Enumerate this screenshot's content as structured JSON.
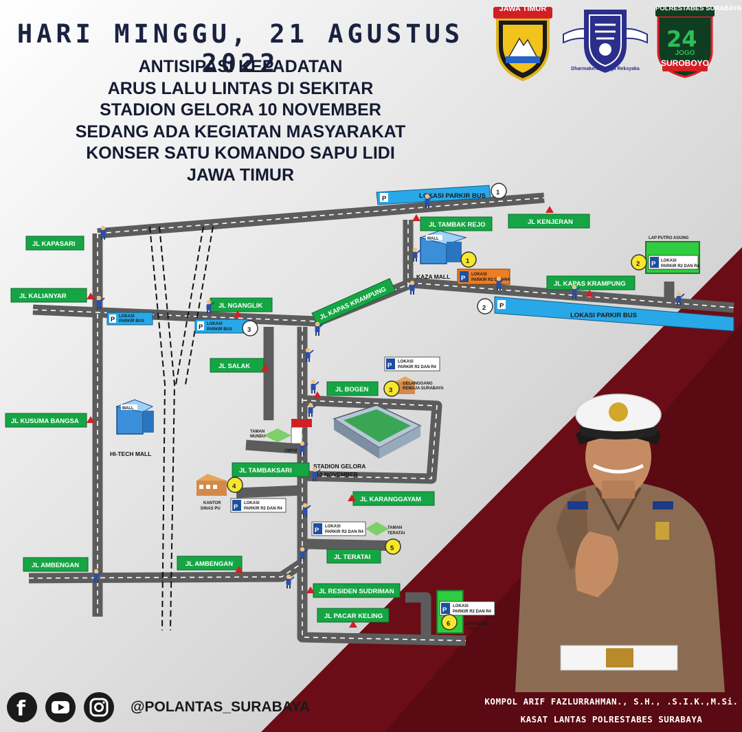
{
  "header": {
    "date": "HARI MINGGU, 21 AGUSTUS 2022",
    "lines": [
      "ANTISIPASI KEPADATAN",
      "ARUS LALU LINTAS DI SEKITAR",
      "STADION GELORA 10 NOVEMBER",
      "SEDANG ADA KEGIATAN  MASYARAKAT",
      "KONSER SATU KOMANDO SAPU LIDI",
      "JAWA TIMUR"
    ]
  },
  "logos": {
    "jawa_timur": "JAWA TIMUR",
    "lantas_motto": "Dharmakerta Marga Reksyaka",
    "polrestabes_top": "POLRESTABES SURABAYA",
    "polrestabes_mid": "JOGO",
    "polrestabes_bottom": "SUROBOYO"
  },
  "streets": {
    "kapasari": "JL KAPASARI",
    "kalianyar": "JL KALIANYAR",
    "kusuma_bangsa": "JL KUSUMA BANGSA",
    "ambengan_west": "JL AMBENGAN",
    "ambengan_east": "JL AMBENGAN",
    "ngaglik": "JL NGANGLIK",
    "salak": "JL SALAK",
    "bogen": "JL BOGEN",
    "tambaksari": "JL TAMBAKSARI",
    "karanggayam": "JL KARANGGAYAM",
    "teratai": "JL TERATAI",
    "residen": "JL RESIDEN SUDRIMAN",
    "pacar_keling": "JL PACAR KELING",
    "tambak_rejo": "JL TAMBAK REJO",
    "kenjeran": "JL KENJERAN",
    "kapas_krampung_diag": "JL KAPAS KRAMPUNG",
    "kapas_krampung_east": "JL KAPAS KRAMPUNG"
  },
  "bus_parking": {
    "top": "LOKASI PARKIR BUS",
    "east": "LOKASI PARKIR BUS",
    "west_a": "LOKASI",
    "west_b": "PARKIR BUS",
    "mid_a": "LOKASI",
    "mid_b": "PARKIR BUS"
  },
  "parking_markers": [
    "1",
    "2",
    "3",
    "1",
    "2",
    "3",
    "4",
    "5",
    "6"
  ],
  "parking_signs": {
    "p": "P",
    "line1": "LOKASI",
    "line2": "PARKIR R2 DAN R4"
  },
  "places": {
    "mall_sign": "MALL",
    "kaza_mall": "KAZA MALL",
    "hitech_mall": "HI-TECH MALL",
    "lap_putro_agung": "LAP PUTRO AGUNG",
    "gelanggang_1": "GELANGGANG",
    "gelanggang_2": "REMAJA SURABAYA",
    "taman_mundu_1": "TAMAN",
    "taman_mundu_2": "MUNDU",
    "umkm": "UMKM",
    "stadion_1": "STADION GELORA",
    "stadion_2": "10 NOVEMBER",
    "kantor_1": "KANTOR",
    "kantor_2": "DINAS PU",
    "taman_teratai_1": "TAMAN",
    "taman_teratai_2": "TERATAI",
    "lapangan_1": "LAPANGAN",
    "lapangan_2": "PIKA"
  },
  "officer": {
    "name": "KOMPOL ARIF FAZLURRAHMAN., S.H., .S.I.K.,M.Si.",
    "title": "KASAT LANTAS POLRESTABES SURABAYA"
  },
  "social": {
    "handle": "@POLANTAS_SURABAYA",
    "icons": [
      "facebook-icon",
      "youtube-icon",
      "instagram-icon"
    ]
  },
  "colors": {
    "road": "#5c5c5c",
    "street_sign": "#16a545",
    "bus_parking": "#29a8e8",
    "marker": "#f6e72c",
    "maroon": "#6b0d16",
    "title": "#1b2240"
  }
}
